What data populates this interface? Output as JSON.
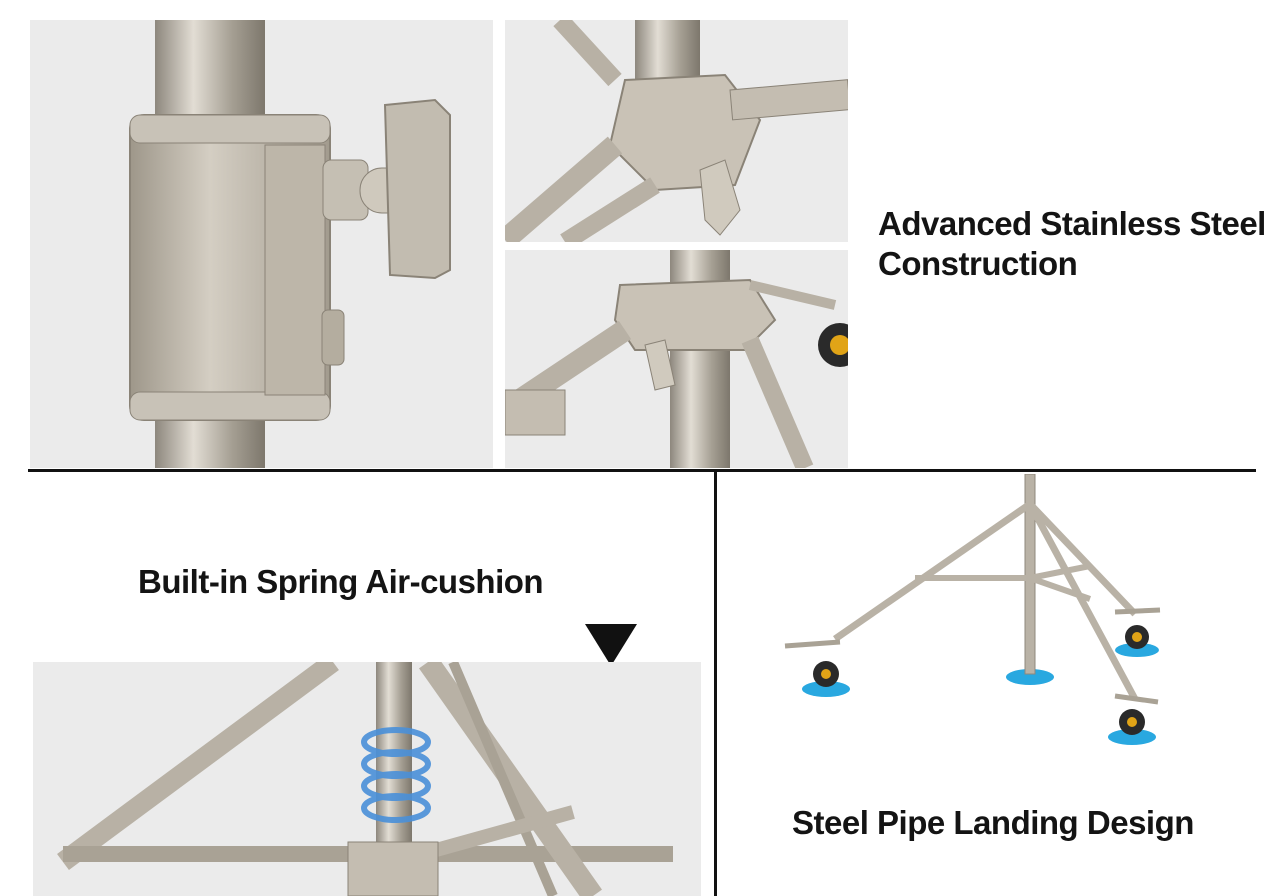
{
  "sections": {
    "construction": {
      "caption_line1": "Advanced Stainless Steel",
      "caption_line2": "Construction"
    },
    "spring": {
      "caption": "Built-in Spring Air-cushion",
      "pointer_icon": "triangle-down-icon"
    },
    "landing": {
      "caption": "Steel Pipe Landing Design"
    }
  },
  "colors": {
    "steel": "#b9b2a6",
    "steel_dark": "#8f887c",
    "spring_blue": "#4a90d9",
    "floor_blue": "#29a8e0",
    "divider": "#111111",
    "panel_bg": "#ebebeb"
  }
}
